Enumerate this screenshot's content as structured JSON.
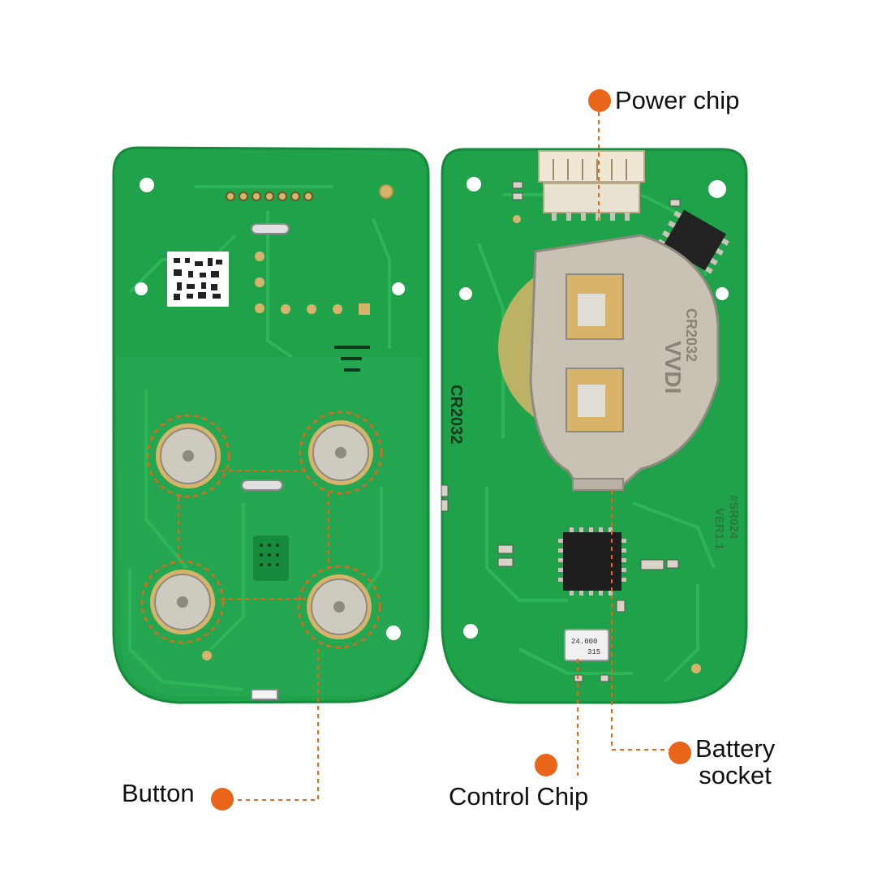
{
  "colors": {
    "pcb": "#1fa24a",
    "pcb_dark": "#168a3c",
    "trace": "#2db85a",
    "accent": "#e8651a",
    "metal": "#c9c4b8",
    "gold": "#d8b46a",
    "text": "#111111"
  },
  "callouts": {
    "power_chip": "Power chip",
    "battery_socket_line1": "Battery",
    "battery_socket_line2": "socket",
    "button": "Button",
    "control_chip": "Control Chip"
  },
  "board_markings": {
    "cr_label": "CR2032",
    "coin_brand": "VVDI",
    "coin_model": "CR2032",
    "version_1": "#SR024",
    "version_2": "VER1.1",
    "crystal_1": "24.000",
    "crystal_2": "315"
  }
}
